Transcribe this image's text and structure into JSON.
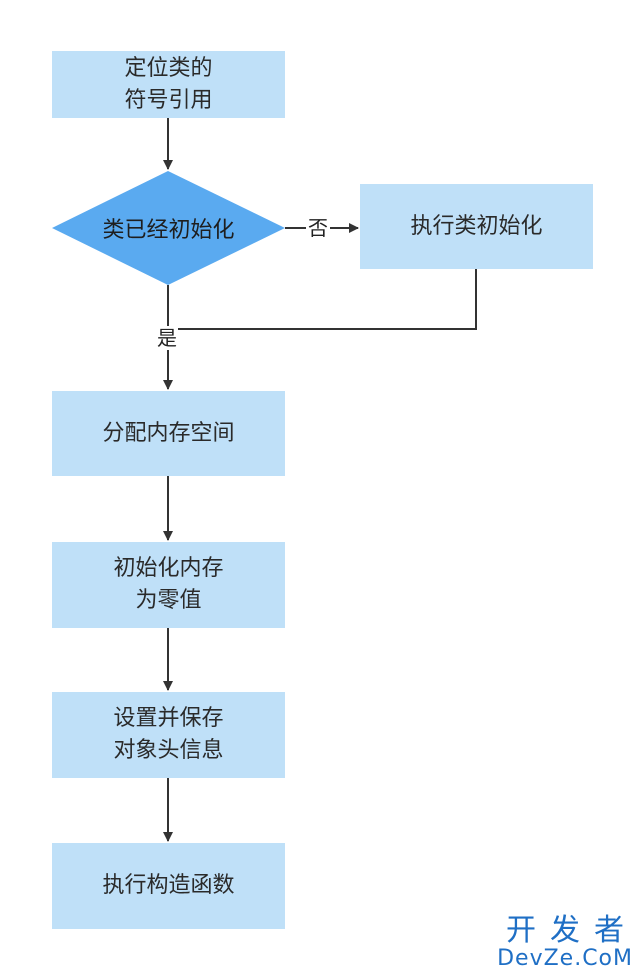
{
  "nodes": {
    "locate": [
      "定位类的",
      "符号引用"
    ],
    "decision": "类已经初始化",
    "init_class": "执行类初始化",
    "alloc": "分配内存空间",
    "zero": [
      "初始化内存",
      "为零值"
    ],
    "header": [
      "设置并保存",
      "对象头信息"
    ],
    "ctor": "执行构造函数"
  },
  "edges": {
    "no_label": "否",
    "yes_label": "是"
  },
  "watermark": {
    "cn": "开发者",
    "en": "DevZe.CoM"
  },
  "colors": {
    "box_fill": "#bfe0f8",
    "diamond_fill": "#5aaaf0",
    "line": "#333333",
    "watermark": "#1f6fc5"
  }
}
